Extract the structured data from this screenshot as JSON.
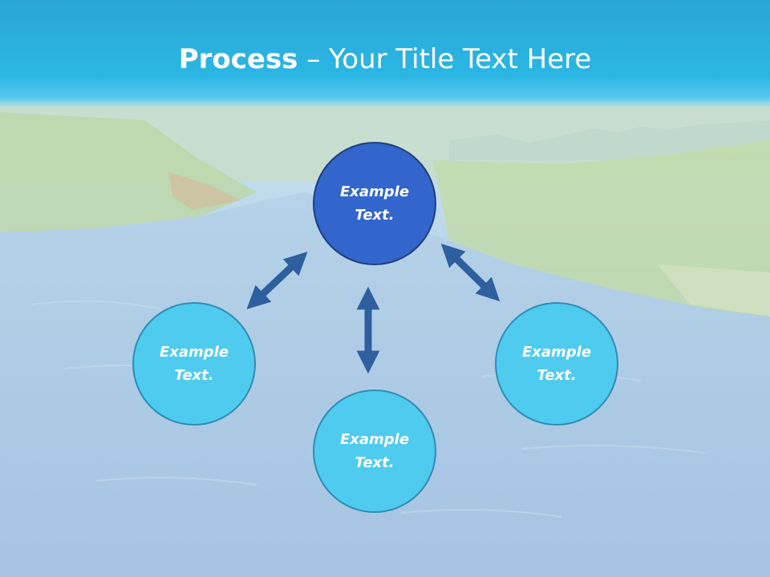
{
  "slide": {
    "title_bold": "Process",
    "title_rest": " – Your Title Text Here"
  },
  "nodes": {
    "top": {
      "line1": "Example",
      "line2": "Text."
    },
    "left": {
      "line1": "Example",
      "line2": "Text."
    },
    "right": {
      "line1": "Example",
      "line2": "Text."
    },
    "bottom": {
      "line1": "Example",
      "line2": "Text."
    }
  },
  "colors": {
    "header": "#2bb6e4",
    "center_node": "#3366cc",
    "outer_node": "#4fcbf0",
    "arrow": "#2e5f9e"
  }
}
